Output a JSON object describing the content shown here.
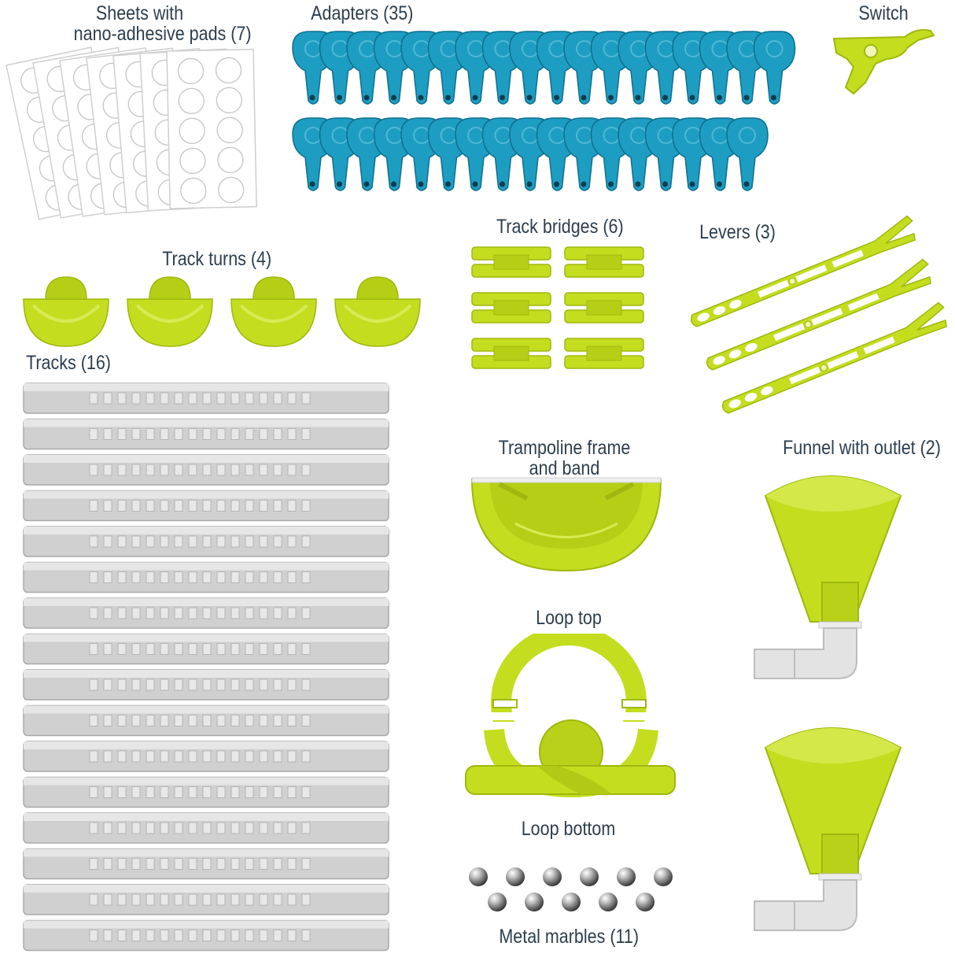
{
  "labels": {
    "sheets_line1": "Sheets with",
    "sheets_line2": "nano-adhesive pads (7)",
    "adapters": "Adapters (35)",
    "switch": "Switch",
    "track_bridges": "Track bridges (6)",
    "levers": "Levers (3)",
    "track_turns": "Track turns (4)",
    "tracks": "Tracks (16)",
    "trampoline_line1": "Trampoline frame",
    "trampoline_line2": "and band",
    "funnel": "Funnel with outlet (2)",
    "loop_top": "Loop top",
    "loop_bottom": "Loop bottom",
    "marbles": "Metal marbles (11)"
  },
  "counts": {
    "sheets": 7,
    "adapters": 35,
    "track_bridges": 6,
    "levers": 3,
    "track_turns": 4,
    "tracks": 16,
    "funnels": 2,
    "marbles": 11
  },
  "icons": [
    "adhesive-sheet-icon",
    "adapter-icon",
    "switch-icon",
    "track-bridge-icon",
    "lever-icon",
    "track-turn-icon",
    "track-icon",
    "trampoline-icon",
    "funnel-icon",
    "loop-top-icon",
    "loop-bottom-icon",
    "marble-icon"
  ],
  "colors": {
    "label_text": "#2d3e4e",
    "lime": "#c4dd1f",
    "lime_dark": "#9fb80e",
    "blue": "#1e9dc2",
    "blue_dark": "#0f6f8e",
    "gray_track": "#d0d0d0",
    "gray_track_dark": "#a9a9a9",
    "steel": "#8c8c8c"
  }
}
